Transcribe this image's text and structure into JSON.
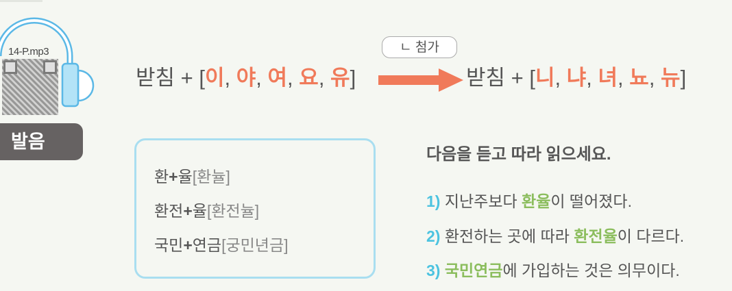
{
  "audio": {
    "file_label": "14-P.mp3",
    "icon": "headphones-icon",
    "qr": "qr-code"
  },
  "section_badge": "발음",
  "rule": {
    "label": "ㄴ 첨가",
    "left_base": "받침 + [",
    "left_vowels": [
      "이",
      "야",
      "여",
      "요",
      "유"
    ],
    "right_base": "받침 +  [",
    "right_result": [
      "니",
      "냐",
      "녀",
      "뇨",
      "뉴"
    ],
    "close_bracket": "]",
    "separator": ", "
  },
  "examples": [
    {
      "word1": "환",
      "plus": "+",
      "word2": "율",
      "pron": "[환뉼]"
    },
    {
      "word1": "환전",
      "plus": "+",
      "word2": "율",
      "pron": "[환전뉼]"
    },
    {
      "word1": "국민",
      "plus": "+",
      "word2": "연금",
      "pron": "[궁민년금]"
    }
  ],
  "exercise": {
    "instruction": "다음을 듣고 따라 읽으세요.",
    "items": [
      {
        "num": "1)",
        "pre": "지난주보다 ",
        "key": "환율",
        "post": "이 떨어졌다."
      },
      {
        "num": "2)",
        "pre": "환전하는 곳에 따라 ",
        "key": "환전율",
        "post": "이 다르다."
      },
      {
        "num": "3)",
        "pre": "",
        "key": "국민연금",
        "post": "에 가입하는 것은 의무이다."
      }
    ]
  },
  "colors": {
    "accent_orange": "#f07a5a",
    "accent_green": "#8bbd5d",
    "accent_blue": "#4cc3e0",
    "box_border": "#a9def0"
  }
}
